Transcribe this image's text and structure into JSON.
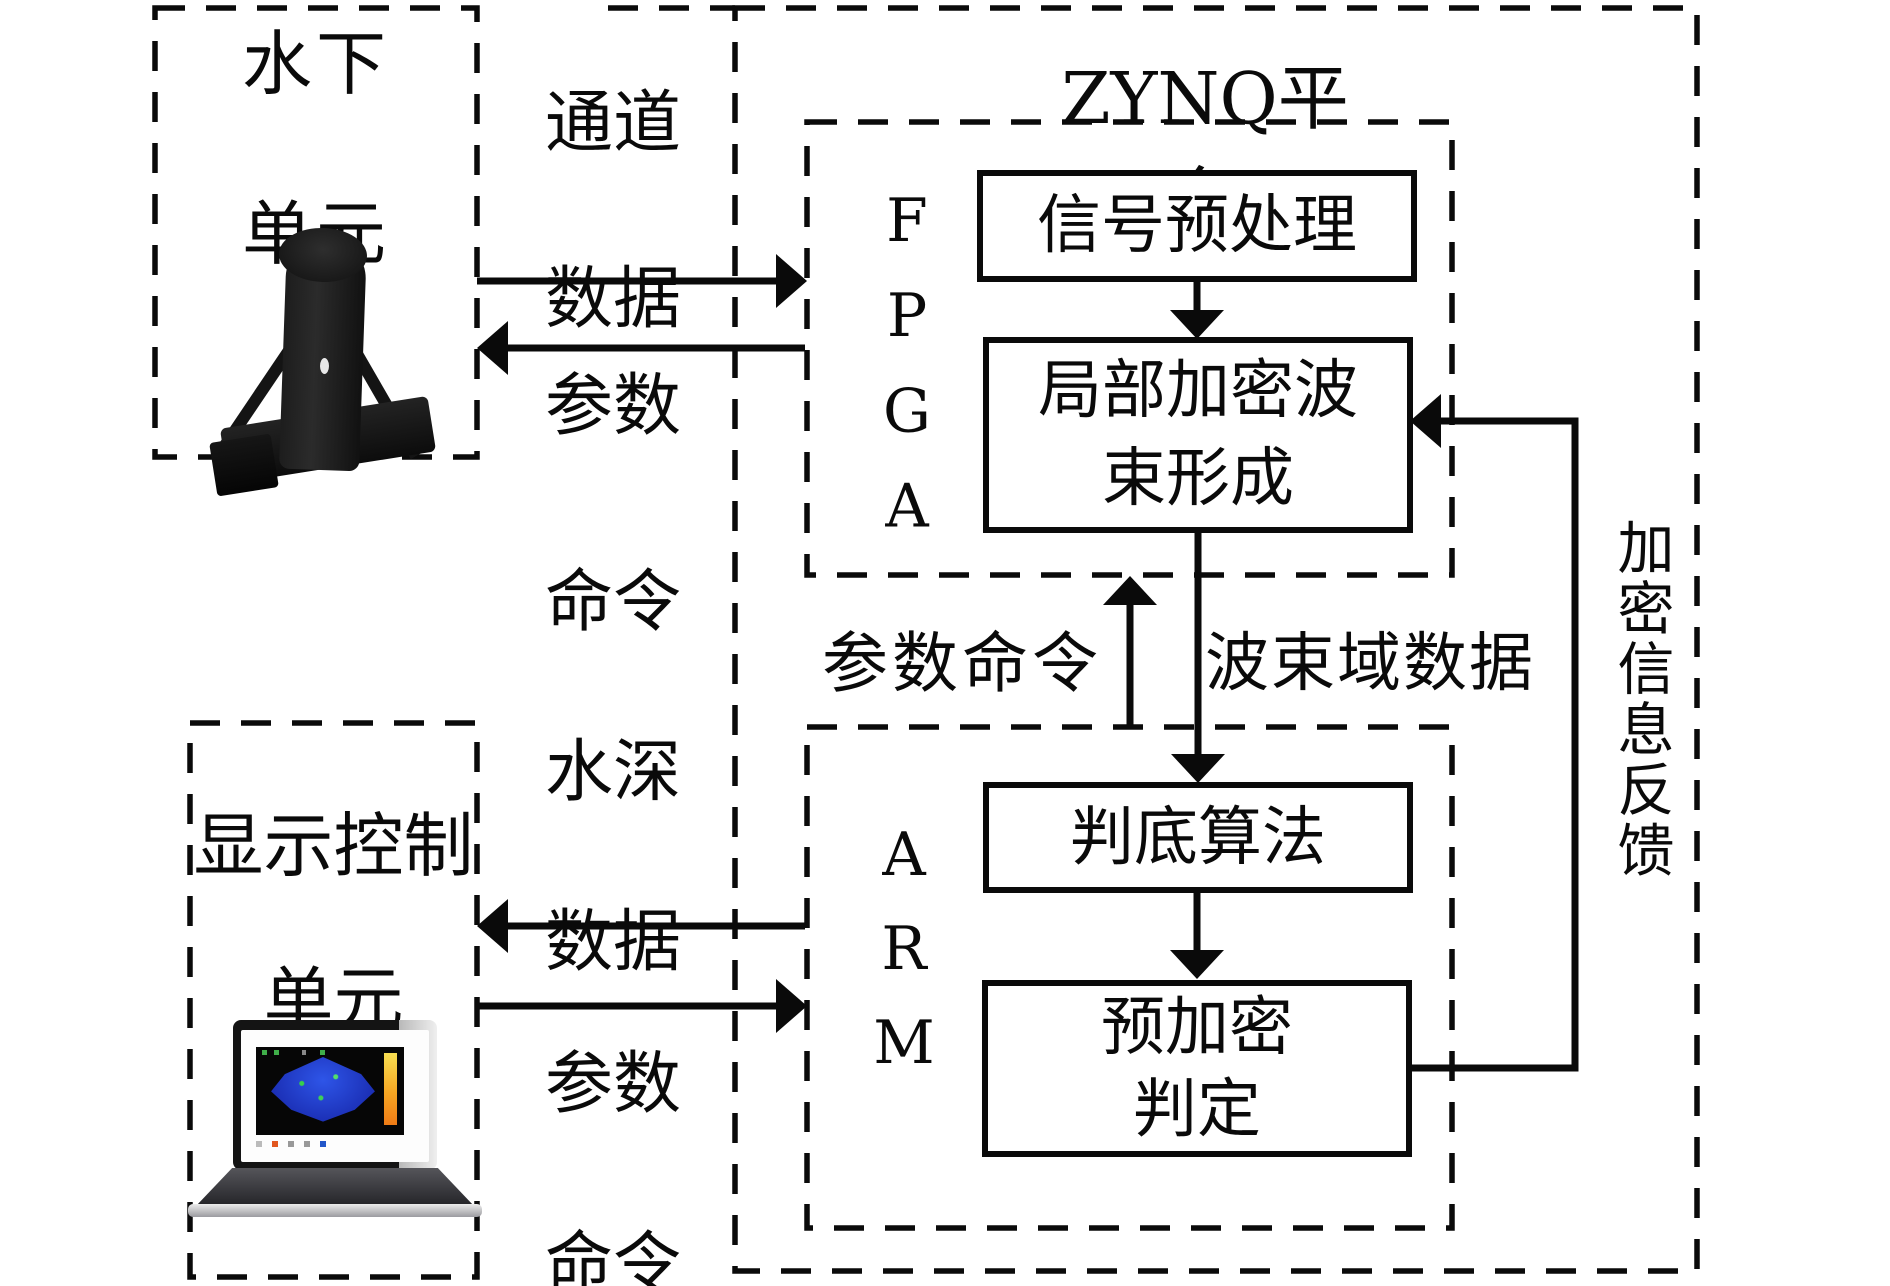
{
  "figure": {
    "units": {
      "underwater": {
        "lines": [
          "水下",
          "单元"
        ]
      },
      "display_control": {
        "lines": [
          "显示控制",
          "单元"
        ]
      }
    },
    "zynq": {
      "title": "ZYNQ平台",
      "fpga": {
        "label": "FPGA",
        "signal_preprocessing": "信号预处理",
        "beamforming": {
          "lines": [
            "局部加密波",
            "束形成"
          ]
        }
      },
      "arm": {
        "label": "ARM",
        "bottom_detection": "判底算法",
        "pre_encryption": {
          "lines": [
            "预加密",
            "判定"
          ]
        }
      }
    },
    "flows": {
      "channel_data": {
        "lines": [
          "通道",
          "数据"
        ]
      },
      "param_cmd_upper": {
        "lines": [
          "参数",
          "命令"
        ]
      },
      "depth_data": {
        "lines": [
          "水深",
          "数据"
        ]
      },
      "param_cmd_lower": {
        "lines": [
          "参数",
          "命令"
        ]
      },
      "param_cmd_mid": "参数命令",
      "beam_domain_data": "波束域数据",
      "encrypted_info_feedback": "加密信息反馈"
    },
    "colors": {
      "ink": "#0a0a0a",
      "background": "#ffffff"
    }
  }
}
